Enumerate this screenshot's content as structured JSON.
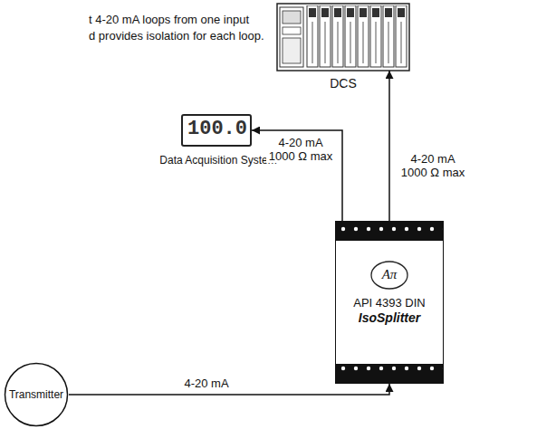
{
  "diagram": {
    "nodes": [
      {
        "text": [
          "Transmitter"
        ]
      },
      {
        "text": [
          "API 4393 DIN",
          "IsoSplitter"
        ]
      },
      {
        "text": [
          "Data Acquisition System"
        ]
      },
      {
        "text": [
          "DCS"
        ]
      }
    ],
    "edges": [
      {
        "from": 0,
        "to": 1,
        "arrow": "to",
        "label": "4-20 mA"
      },
      {
        "from": 1,
        "to": 2,
        "arrow": "to",
        "label": "4-20 mA 1000 Ω max"
      },
      {
        "from": 1,
        "to": 3,
        "arrow": "to",
        "label": "4-20 mA 1000 Ω max"
      }
    ],
    "labels": [
      "t 4-20 mA loops from one input",
      "d provides isolation for each loop.",
      "100.0",
      "Aπ"
    ]
  }
}
